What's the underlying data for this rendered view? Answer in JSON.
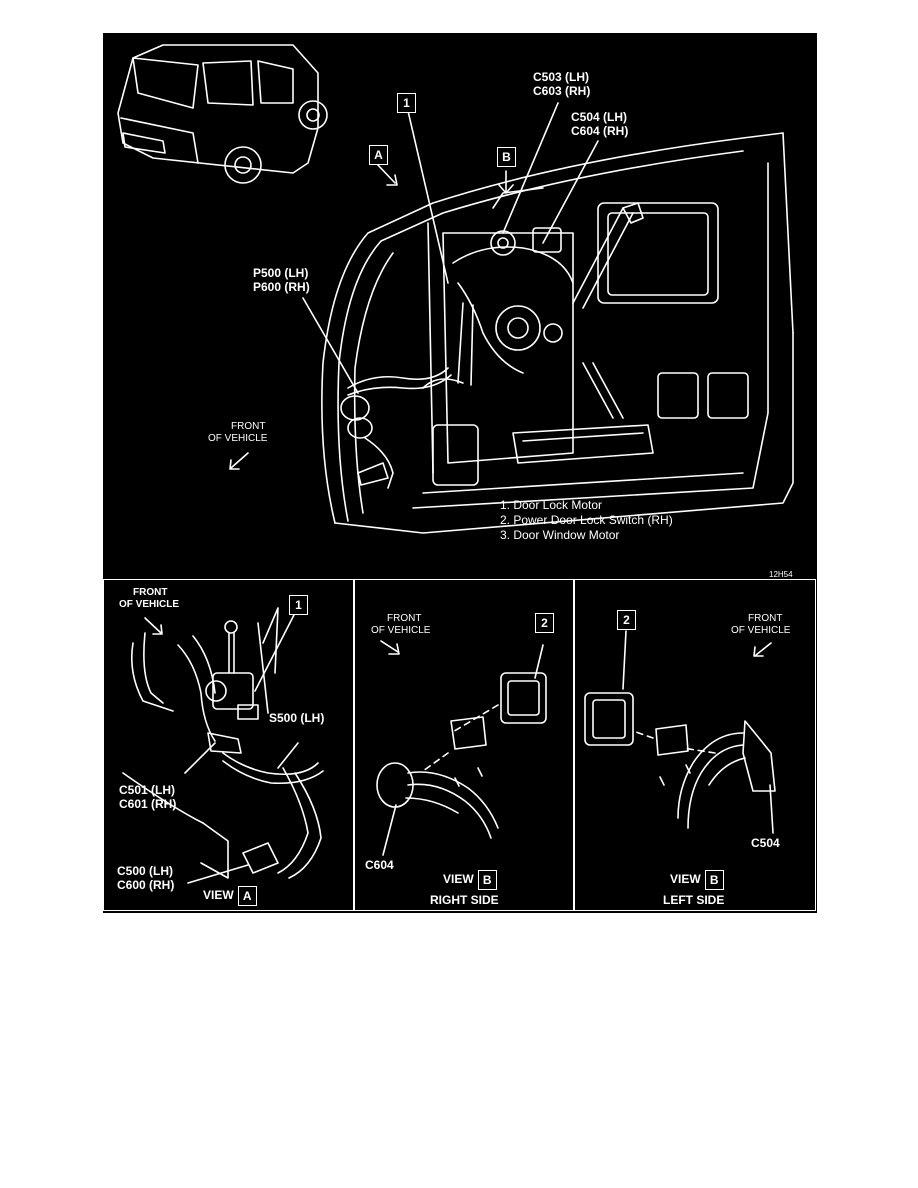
{
  "main": {
    "callouts": {
      "c503_604": [
        "C503 (LH)",
        "C603 (RH)",
        "C504 (LH)",
        "C604 (RH)"
      ],
      "p500": [
        "P500 (LH)",
        "P600 (RH)"
      ],
      "front": [
        "FRONT",
        "OF VEHICLE"
      ],
      "box_1": "1",
      "box_a": "A",
      "box_b": "B"
    },
    "legend": [
      "1.  Door Lock Motor",
      "2.  Power Door Lock Switch (RH)",
      "3.  Door Window Motor"
    ],
    "figure_code": "12H54"
  },
  "view_a": {
    "front": [
      "FRONT",
      "OF VEHICLE"
    ],
    "box_1": "1",
    "s500": "S500 (LH)",
    "c501": [
      "C501 (LH)",
      "C601 (RH)"
    ],
    "c500": [
      "C500 (LH)",
      "C600 (RH)"
    ],
    "view_label": "VIEW",
    "view_letter": "A"
  },
  "view_b_right": {
    "front": [
      "FRONT",
      "OF VEHICLE"
    ],
    "box_2": "2",
    "connector": "C604",
    "view_label": "VIEW",
    "view_letter": "B",
    "side": "RIGHT SIDE"
  },
  "view_b_left": {
    "front": [
      "FRONT",
      "OF VEHICLE"
    ],
    "box_2": "2",
    "connector": "C504",
    "view_label": "VIEW",
    "view_letter": "B",
    "side": "LEFT SIDE"
  }
}
